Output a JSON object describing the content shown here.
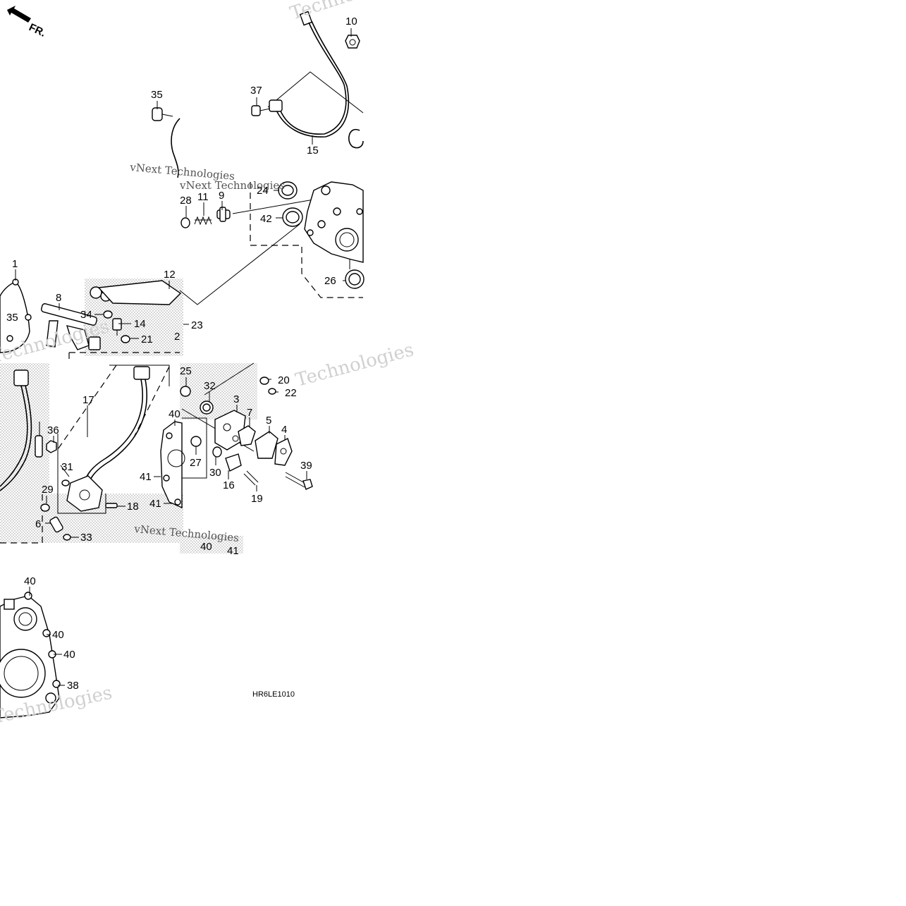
{
  "diagram": {
    "arrow_label": "FR.",
    "drawing_code": "HR6LE1010",
    "watermarks": [
      "Technologies",
      "vNext Technologies",
      "Technologies",
      "vNext Technologies",
      "Technologies",
      "vNext Technologies",
      "Technologies"
    ],
    "callouts": [
      "1",
      "2",
      "3",
      "4",
      "5",
      "6",
      "7",
      "8",
      "9",
      "10",
      "11",
      "12",
      "14",
      "15",
      "16",
      "17",
      "18",
      "19",
      "20",
      "21",
      "22",
      "23",
      "24",
      "25",
      "26",
      "27",
      "28",
      "29",
      "30",
      "31",
      "32",
      "33",
      "34",
      "35",
      "35",
      "36",
      "37",
      "38",
      "39",
      "40",
      "40",
      "40",
      "40",
      "40",
      "41",
      "41",
      "41",
      "42"
    ]
  }
}
